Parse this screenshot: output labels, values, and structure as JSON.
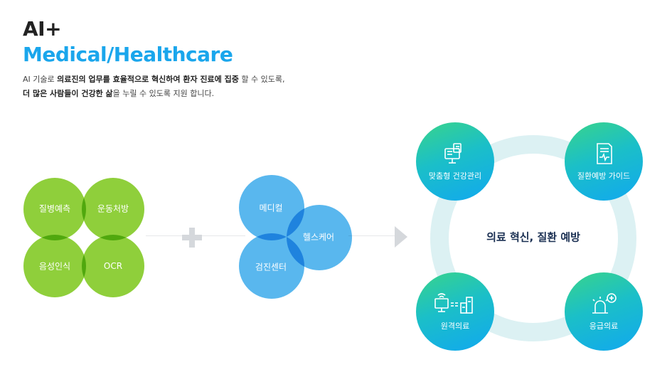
{
  "header": {
    "title_line1": "AI+",
    "title_line2": "Medical/Healthcare",
    "desc_l1_a": "AI 기술로 ",
    "desc_l1_b": "의료진의 업무를 효율적으로 혁신하여 환자 진료에 집중",
    "desc_l1_c": " 할 수 있도록,",
    "desc_l2_a": "더 많은 사람들이 건강한 삶",
    "desc_l2_b": "을 누릴 수 있도록 지원 합니다."
  },
  "green_group": {
    "items": [
      "질병예측",
      "운동처방",
      "음성인식",
      "OCR"
    ]
  },
  "blue_group": {
    "items": [
      "메디컬",
      "헬스케어",
      "검진센터"
    ]
  },
  "ring": {
    "center_text": "의료 혁신, 질환 예방",
    "items": [
      "맞춤형 건강관리",
      "질환예방 가이드",
      "원격의료",
      "응급의료"
    ]
  },
  "colors": {
    "accent_blue": "#1aa6ec",
    "green": "#80c820",
    "blue": "#3caaeb",
    "ring": "#dcf1f3",
    "navy": "#1a2f52"
  },
  "icons": [
    "plus-icon",
    "arrow-right-icon",
    "kiosk-icon",
    "document-ecg-icon",
    "remote-monitor-icon",
    "siren-plus-icon"
  ]
}
